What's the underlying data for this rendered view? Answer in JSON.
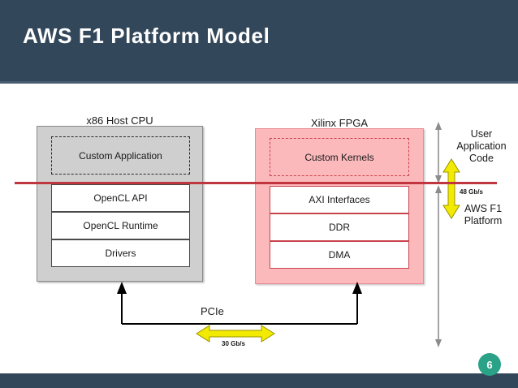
{
  "slide": {
    "title": "AWS F1 Platform Model",
    "page_number": "6",
    "header_color": "#33475b",
    "badge_color": "#2aa287"
  },
  "diagram": {
    "split_line_color": "#c1353f",
    "host": {
      "label": "x86 Host CPU",
      "container_color": "#cfcfcf",
      "boxes": [
        {
          "label": "Custom Application",
          "style": "dashed"
        },
        {
          "label": "OpenCL API",
          "style": "solid"
        },
        {
          "label": "OpenCL Runtime",
          "style": "solid"
        },
        {
          "label": "Drivers",
          "style": "solid"
        }
      ]
    },
    "fpga": {
      "label": "Xilinx FPGA",
      "container_color": "#fcb9bc",
      "boxes": [
        {
          "label": "Custom Kernels",
          "style": "dashed"
        },
        {
          "label": "AXI Interfaces",
          "style": "solid"
        },
        {
          "label": "DDR",
          "style": "solid"
        },
        {
          "label": "DMA",
          "style": "solid"
        }
      ]
    },
    "interconnect": {
      "bus_label": "PCIe",
      "bus_rate": "30 Gb/s",
      "internal_rate": "48 Gb/s",
      "arrow_color": "#f2ea00"
    },
    "annotations": {
      "upper": "User\nApplication\nCode",
      "upper_lines": [
        "User",
        "Application",
        "Code"
      ],
      "lower": "AWS F1\nPlatform",
      "lower_lines": [
        "AWS F1",
        "Platform"
      ]
    }
  }
}
